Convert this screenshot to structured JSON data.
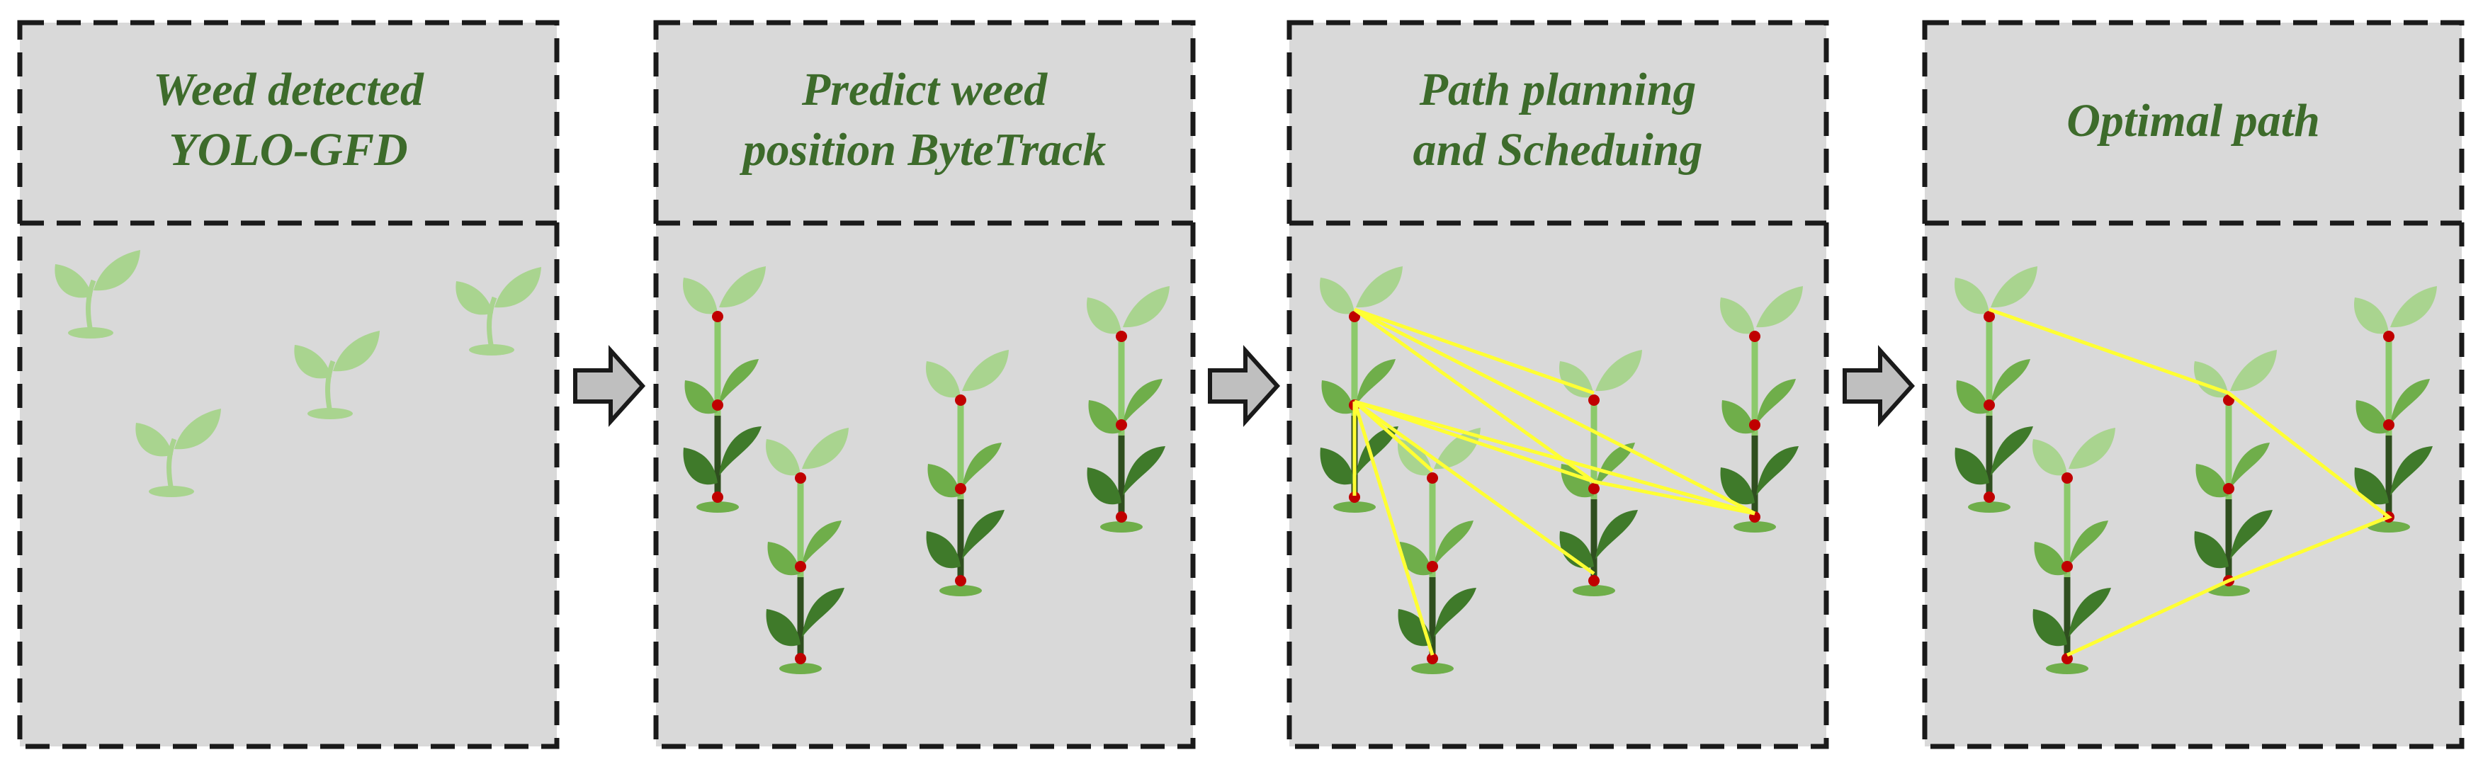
{
  "panels": [
    {
      "id": "detect",
      "title_lines": [
        "Weed detected",
        "YOLO-GFD"
      ]
    },
    {
      "id": "predict",
      "title_lines": [
        "Predict weed",
        "position ByteTrack"
      ]
    },
    {
      "id": "planning",
      "title_lines": [
        "Path planning",
        "and Scheduing"
      ]
    },
    {
      "id": "optimal",
      "title_lines": [
        "Optimal path"
      ]
    }
  ],
  "colors": {
    "panel_fill": "#d9d9d9",
    "dash_border": "#1a1a1a",
    "title": "#3d6b2b",
    "leaf_light": "#a9d48f",
    "leaf_mid": "#6fae4a",
    "leaf_dark": "#3f7a2a",
    "stem_light": "#8cc96b",
    "stem_dark": "#2f4f1f",
    "point": "#c00000",
    "path": "#ffff33",
    "arrow_fill": "#bfbfbf"
  },
  "icons": [
    "seedling-icon",
    "weed-plant-icon",
    "right-arrow-icon",
    "tracked-point-icon"
  ]
}
